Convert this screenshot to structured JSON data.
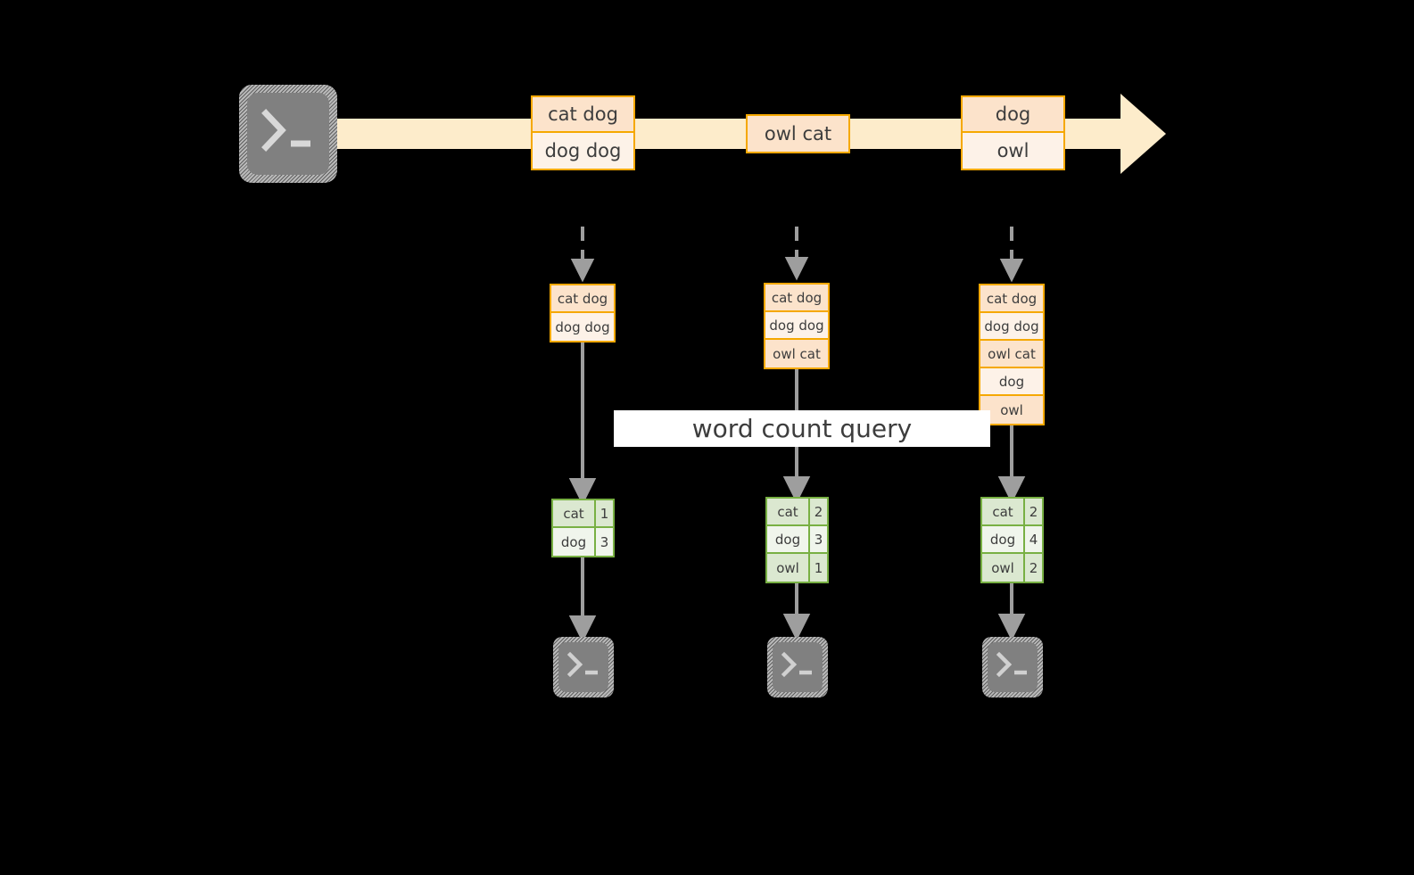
{
  "diagram": {
    "title": "word count streaming query",
    "colors": {
      "background": "#000000",
      "record_border": "#f5a800",
      "record_fill_light": "#fdf2e8",
      "record_fill_dark": "#fce3cb",
      "stream_band": "#fdeccb",
      "result_border": "#78b043",
      "result_fill_light": "#f0f5ec",
      "result_fill_dark": "#dbe8d0",
      "arrow_gray": "#9e9e9e",
      "terminal_face": "#808080",
      "banner_background": "#ffffff",
      "text": "#3d3d3d"
    },
    "caption": {
      "label": "word count query"
    },
    "source": {
      "icon": "terminal-icon",
      "glyph": ">_"
    },
    "stream": {
      "icon": "stream-arrow-icon",
      "direction": "right",
      "batches": [
        {
          "name": "batch-1",
          "records": [
            {
              "text": "cat dog",
              "tint": "tint-a"
            },
            {
              "text": "dog dog",
              "tint": "tint-b"
            }
          ]
        },
        {
          "name": "batch-2",
          "records": [
            {
              "text": "owl cat",
              "tint": "tint-a"
            }
          ]
        },
        {
          "name": "batch-3",
          "records": [
            {
              "text": "dog",
              "tint": "tint-a"
            },
            {
              "text": "owl",
              "tint": "tint-b"
            }
          ]
        }
      ]
    },
    "triggers": [
      {
        "name": "trigger-1",
        "input_table": {
          "name": "input-table-1",
          "rows": [
            {
              "text": "cat dog",
              "tint": "tint-a"
            },
            {
              "text": "dog dog",
              "tint": "tint-b"
            }
          ]
        },
        "result_table": {
          "name": "result-table-1",
          "rows": [
            {
              "key": "cat",
              "value": "1",
              "tint": "tint-a"
            },
            {
              "key": "dog",
              "value": "3",
              "tint": "tint-b"
            }
          ]
        },
        "sink": {
          "icon": "terminal-icon",
          "glyph": ">_"
        }
      },
      {
        "name": "trigger-2",
        "input_table": {
          "name": "input-table-2",
          "rows": [
            {
              "text": "cat dog",
              "tint": "tint-a"
            },
            {
              "text": "dog dog",
              "tint": "tint-b"
            },
            {
              "text": "owl cat",
              "tint": "tint-a"
            }
          ]
        },
        "result_table": {
          "name": "result-table-2",
          "rows": [
            {
              "key": "cat",
              "value": "2",
              "tint": "tint-a"
            },
            {
              "key": "dog",
              "value": "3",
              "tint": "tint-b"
            },
            {
              "key": "owl",
              "value": "1",
              "tint": "tint-a"
            }
          ]
        },
        "sink": {
          "icon": "terminal-icon",
          "glyph": ">_"
        }
      },
      {
        "name": "trigger-3",
        "input_table": {
          "name": "input-table-3",
          "rows": [
            {
              "text": "cat dog",
              "tint": "tint-a"
            },
            {
              "text": "dog dog",
              "tint": "tint-b"
            },
            {
              "text": "owl cat",
              "tint": "tint-a"
            },
            {
              "text": "dog",
              "tint": "tint-b"
            },
            {
              "text": "owl",
              "tint": "tint-a"
            }
          ]
        },
        "result_table": {
          "name": "result-table-3",
          "rows": [
            {
              "key": "cat",
              "value": "2",
              "tint": "tint-a"
            },
            {
              "key": "dog",
              "value": "4",
              "tint": "tint-b"
            },
            {
              "key": "owl",
              "value": "2",
              "tint": "tint-a"
            }
          ]
        },
        "sink": {
          "icon": "terminal-icon",
          "glyph": ">_"
        }
      }
    ]
  }
}
